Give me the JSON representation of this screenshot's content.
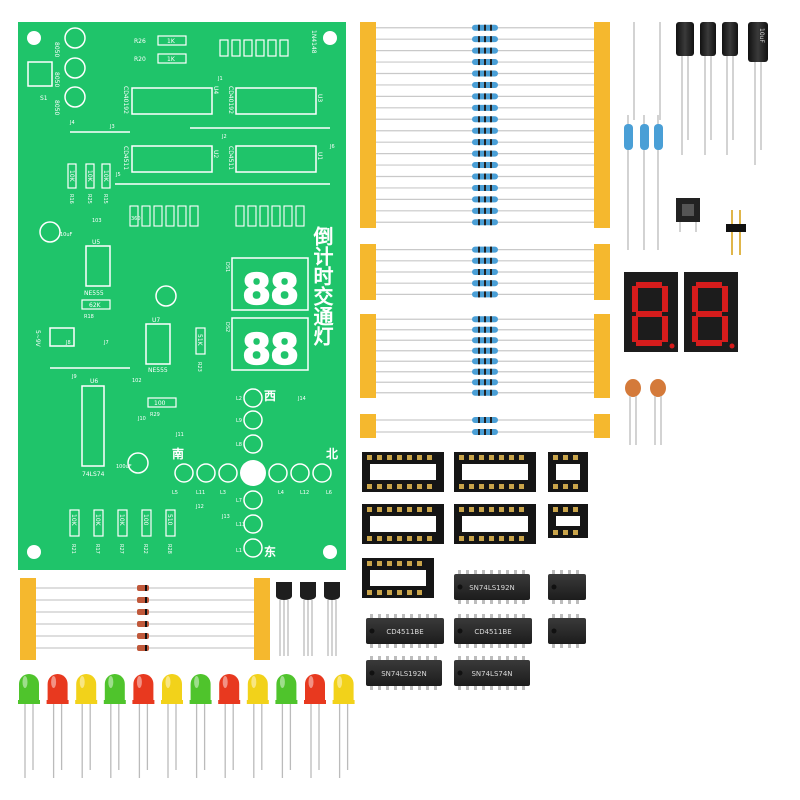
{
  "colors": {
    "pcb": "#1fc46a",
    "pcb_dark": "#12a955",
    "silkscreen": "#ffffff",
    "tape": "#f5b82e",
    "resistor_body": "#4a9fd6",
    "chip": "#2b2b2b",
    "led_red": "#e8391f",
    "led_green": "#4fc42c",
    "led_yellow": "#f2d21a",
    "display_red": "#d61c1c"
  },
  "board": {
    "title_cn": "倒计时交通灯",
    "directions": {
      "west": "西",
      "south": "南",
      "north": "北",
      "east": "东"
    },
    "resistor_values": [
      "1K",
      "1K",
      "10K",
      "10K",
      "10K",
      "62K",
      "51K",
      "100",
      "10K",
      "10K",
      "10K",
      "100",
      "510"
    ],
    "resistor_refs": [
      "R26",
      "R20",
      "R16",
      "R25",
      "R15",
      "R18",
      "R23",
      "R29",
      "R21",
      "R17",
      "R27",
      "R22",
      "R28"
    ],
    "ic_labels": [
      "CD40192",
      "CD40192",
      "CD4511",
      "CD4511",
      "NE555",
      "NE555",
      "74LS74"
    ],
    "ic_refs": [
      "U4",
      "U3",
      "U2",
      "U1",
      "U5",
      "U7",
      "U6"
    ],
    "transistor_labels": [
      "8050",
      "8050",
      "8050"
    ],
    "display_refs": [
      "DS1",
      "DS2"
    ],
    "led_refs": [
      "L2",
      "L8",
      "L5",
      "L11",
      "L3",
      "L9",
      "L4",
      "L12",
      "L6",
      "L13",
      "L1",
      "L7"
    ],
    "jumper_refs": [
      "J1",
      "J2",
      "J3",
      "J4",
      "J5",
      "J6",
      "J7",
      "J8",
      "J9",
      "J10",
      "J11",
      "J12",
      "J13",
      "J14"
    ],
    "small_labels": [
      "S1",
      "5~9V",
      "1N4148",
      "10uF",
      "100uF",
      "103",
      "102",
      "360"
    ]
  },
  "kit": {
    "chip_markings": [
      "SN74LS192N",
      "CD4511BE",
      "CD4511BE",
      "SN74LS192N",
      "SN74LS74N"
    ],
    "capacitor_label": "10uF"
  }
}
